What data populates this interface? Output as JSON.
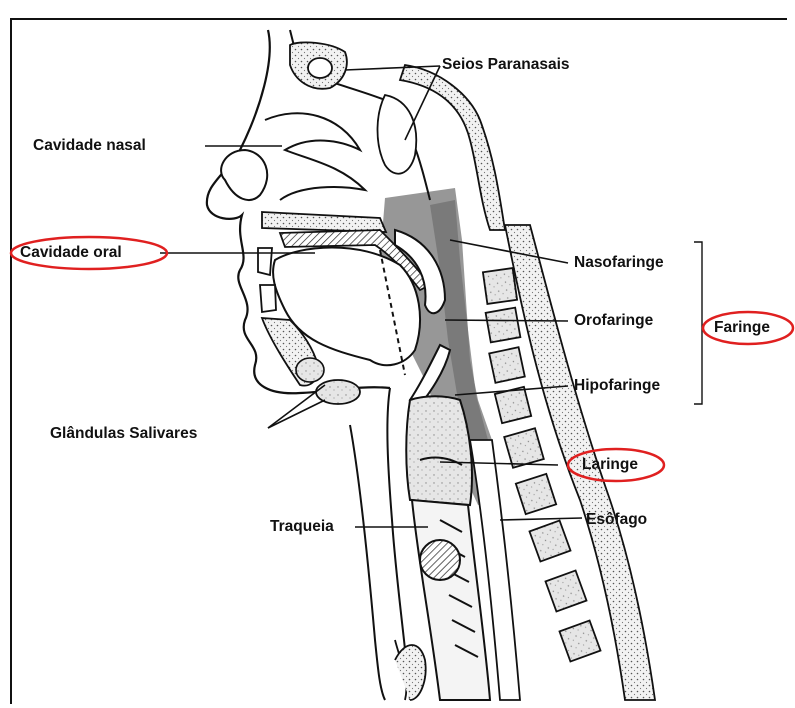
{
  "labels": {
    "seios": "Seios Paranasais",
    "cavidade_nasal": "Cavidade nasal",
    "cavidade_oral": "Cavidade oral",
    "nasofaringe": "Nasofaringe",
    "orofaringe": "Orofaringe",
    "hipofaringe": "Hipofaringe",
    "faringe": "Faringe",
    "glandulas": "Glândulas Salivares",
    "laringe": "Laringe",
    "traqueia": "Traqueia",
    "esofago": "Esôfago"
  },
  "highlighted": [
    "Cavidade oral",
    "Faringe",
    "Laringe"
  ],
  "colors": {
    "highlight_ellipse": "#e02020",
    "pharynx_shading": "#8c8c8c",
    "line": "#111111"
  }
}
